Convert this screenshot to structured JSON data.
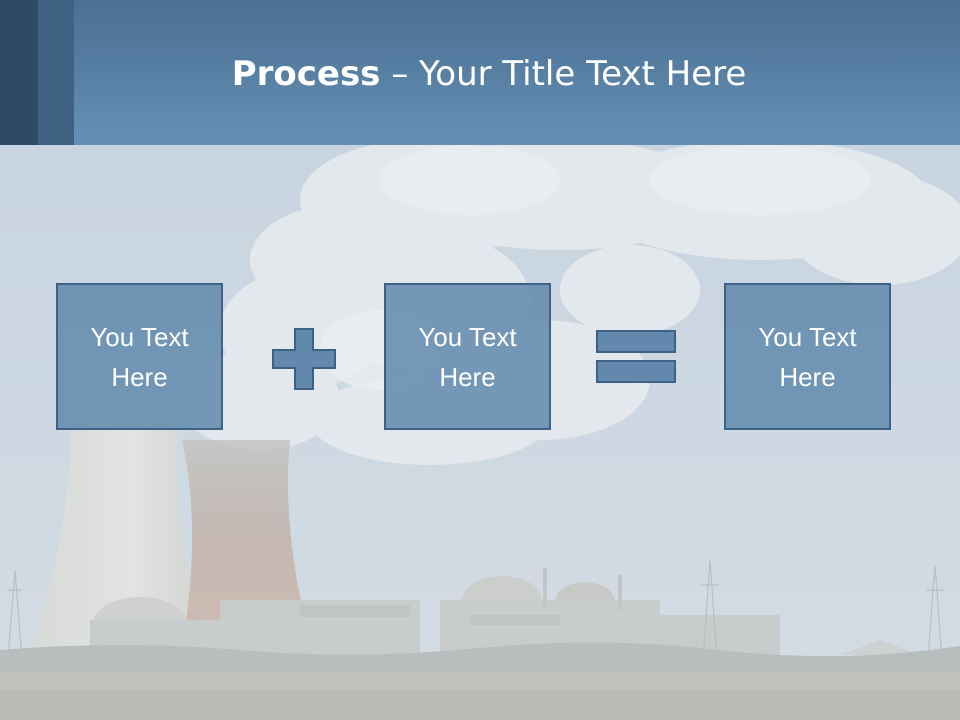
{
  "title": {
    "bold": "Process",
    "rest": " – Your Title Text Here"
  },
  "steps": [
    {
      "text": "You Text Here"
    },
    {
      "text": "You Text Here"
    },
    {
      "text": "You Text Here"
    }
  ],
  "colors": {
    "header_top": "#4a6f91",
    "header_bottom": "#6590b5",
    "box_fill": "#6289ad",
    "box_border": "#3e6286"
  }
}
